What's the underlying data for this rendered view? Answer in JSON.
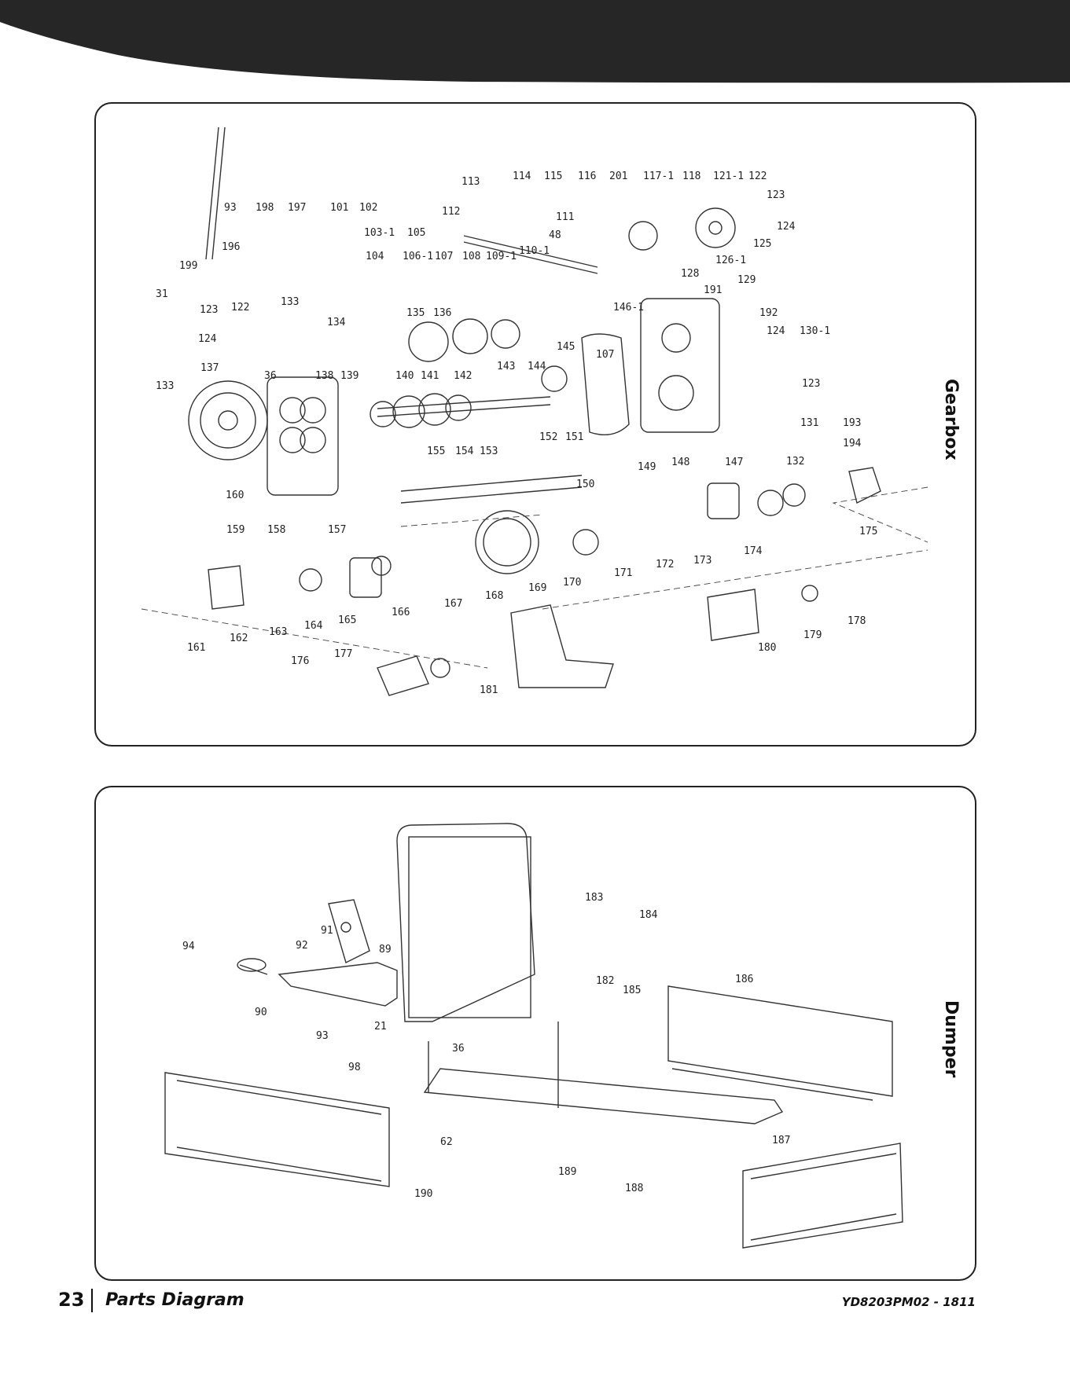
{
  "sections": {
    "gearbox": "Gearbox",
    "dumper": "Dumper"
  },
  "gearbox_callouts": [
    "199",
    "93",
    "198",
    "197",
    "101",
    "102",
    "103-1",
    "105",
    "196",
    "104",
    "106-1",
    "107",
    "108",
    "109-1",
    "110-1",
    "48",
    "111",
    "113",
    "114",
    "115",
    "116",
    "201",
    "117-1",
    "118",
    "121-1",
    "122",
    "123",
    "124",
    "125",
    "126-1",
    "112",
    "31",
    "123",
    "122",
    "133",
    "134",
    "124",
    "137",
    "36",
    "138",
    "139",
    "140",
    "141",
    "142",
    "135",
    "136",
    "143",
    "144",
    "145",
    "107",
    "146-1",
    "128",
    "191",
    "129",
    "192",
    "124",
    "130-1",
    "123",
    "133",
    "160",
    "159",
    "158",
    "157",
    "155",
    "154",
    "153",
    "152",
    "151",
    "149",
    "148",
    "147",
    "131",
    "193",
    "194",
    "132",
    "150",
    "175",
    "174",
    "173",
    "172",
    "171",
    "170",
    "169",
    "168",
    "167",
    "166",
    "165",
    "164",
    "163",
    "162",
    "161",
    "176",
    "177",
    "181",
    "178",
    "179",
    "180"
  ],
  "dumper_callouts": [
    "183",
    "184",
    "186",
    "94",
    "92",
    "91",
    "89",
    "90",
    "93",
    "21",
    "36",
    "98",
    "182",
    "185",
    "62",
    "189",
    "188",
    "187",
    "190"
  ],
  "footer": {
    "page_number": "23",
    "title": "Parts Diagram",
    "doc_code": "YD8203PM02 - 1811"
  }
}
